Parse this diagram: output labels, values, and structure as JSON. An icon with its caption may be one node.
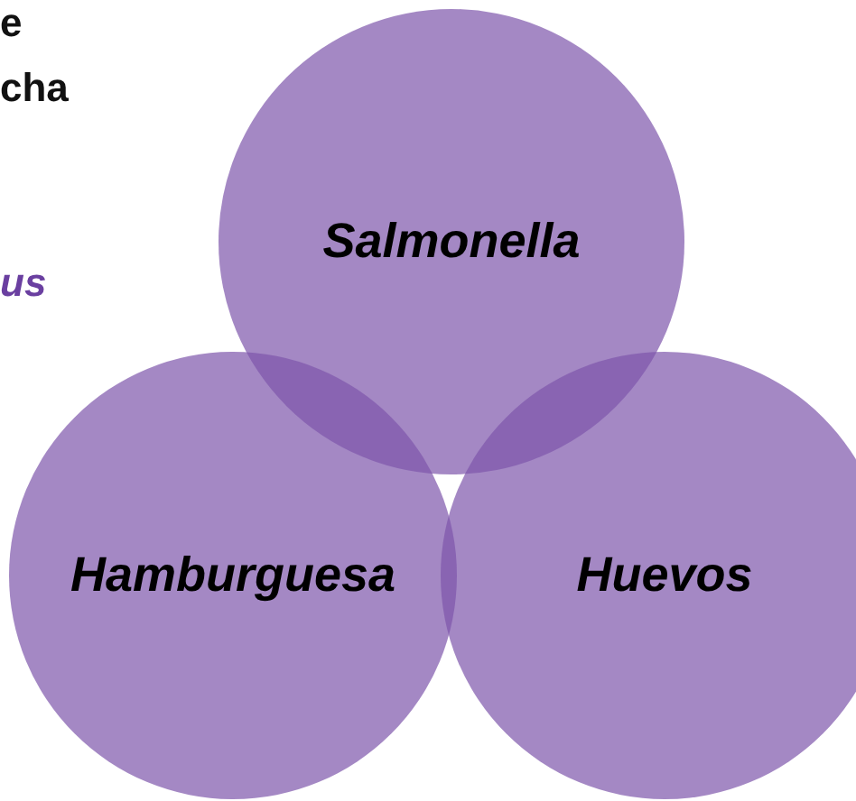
{
  "diagram": {
    "nodes": [
      {
        "text": [
          "Salmonella"
        ]
      },
      {
        "text": [
          "Hamburguesa"
        ]
      },
      {
        "text": [
          "Huevos"
        ]
      }
    ],
    "labels": [
      "e",
      "cha",
      "us"
    ]
  }
}
